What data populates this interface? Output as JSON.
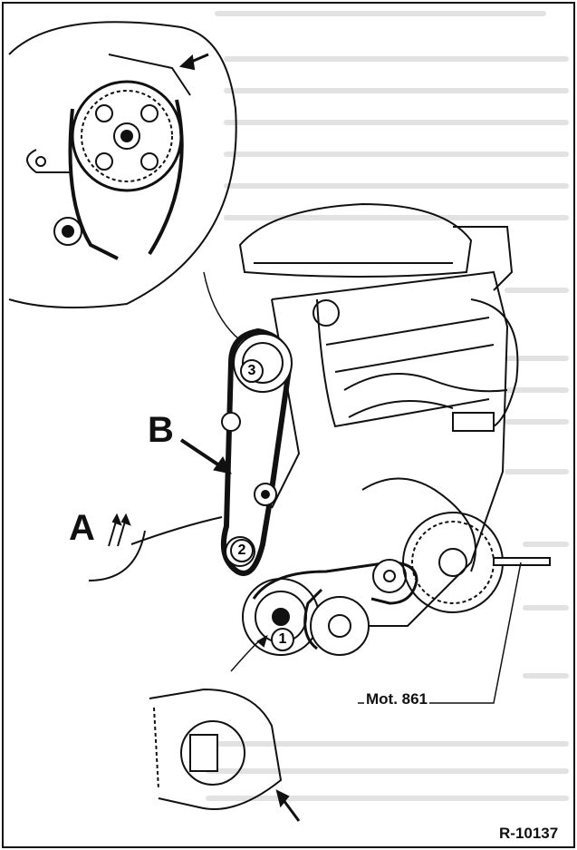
{
  "labels": {
    "b": "B",
    "a": "A",
    "tool": "Mot. 861",
    "reference": "R-10137"
  },
  "callouts": {
    "camshaft": "3",
    "tensioner": "2",
    "crankshaft": "1"
  },
  "background_text_faint": true,
  "colors": {
    "ink": "#111111",
    "paper": "#ffffff",
    "ghost_text": "#d6d6d6"
  }
}
